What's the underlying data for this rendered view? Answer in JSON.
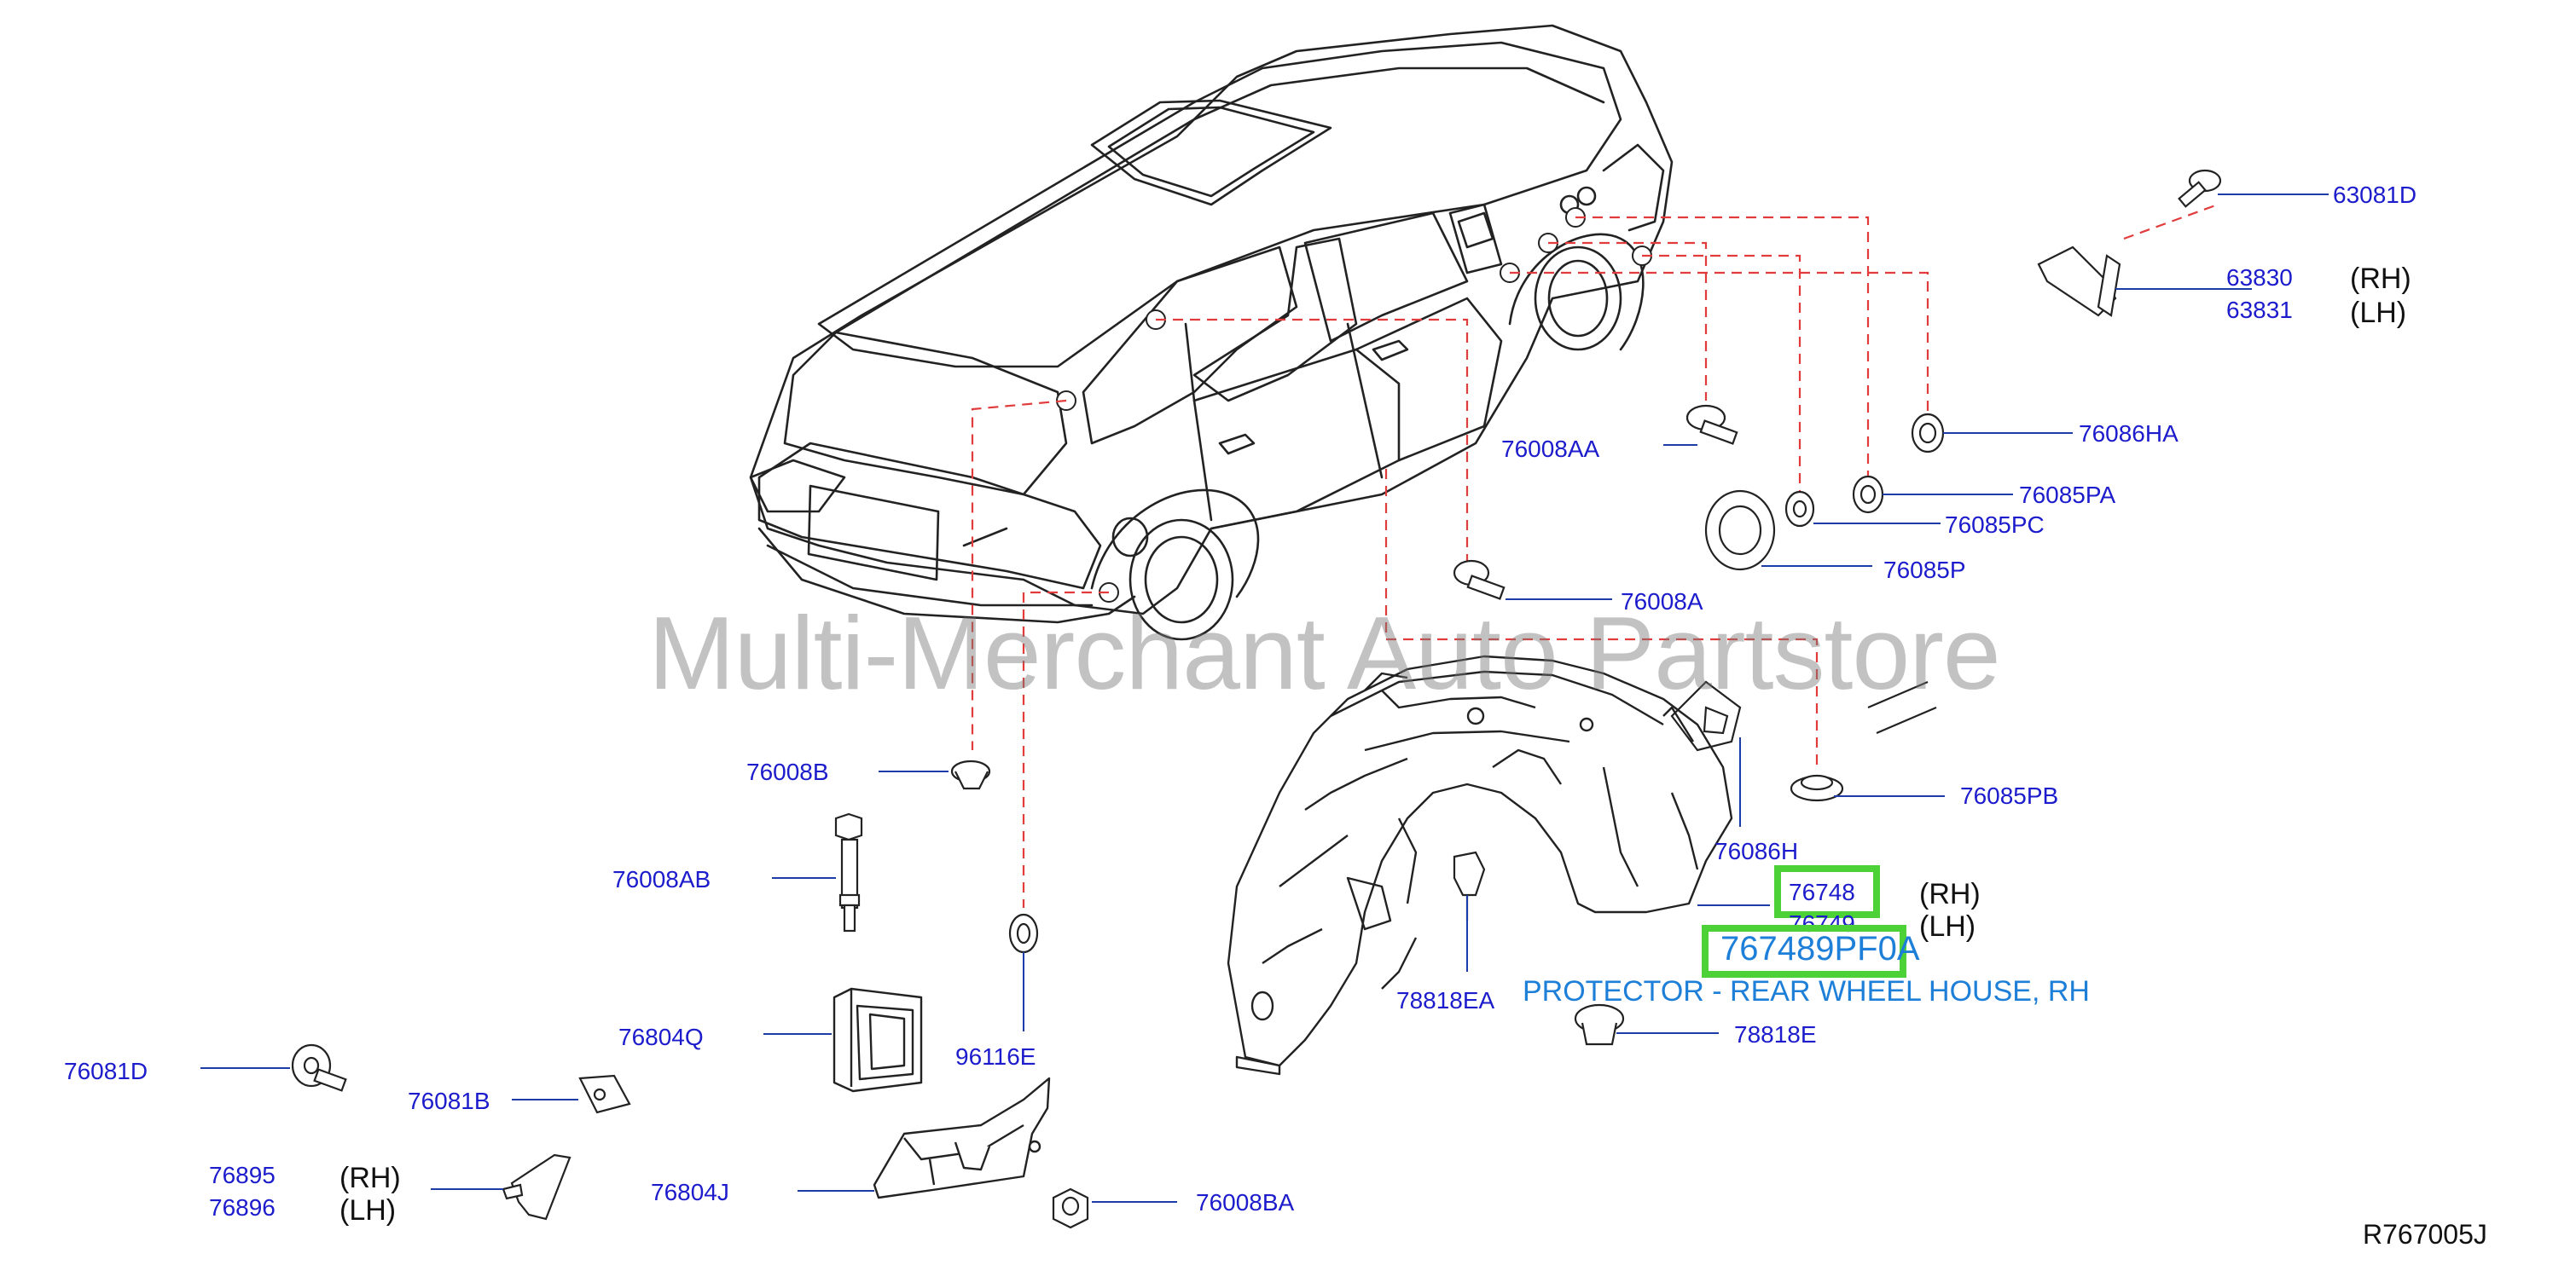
{
  "watermark": "Multi-Merchant Auto Partstore",
  "reference_code": "R767005J",
  "highlight": {
    "part_number": "767489PF0A",
    "description": "PROTECTOR - REAR WHEEL HOUSE, RH",
    "color": "#4cd137"
  },
  "side_labels": {
    "rh": "(RH)",
    "lh": "(LH)"
  },
  "parts": {
    "p63081D": "63081D",
    "p63830": "63830",
    "p63831": "63831",
    "p76086HA": "76086HA",
    "p76008AA": "76008AA",
    "p76085PA": "76085PA",
    "p76085PC": "76085PC",
    "p76085P": "76085P",
    "p76008A": "76008A",
    "p76008B": "76008B",
    "p76085PB": "76085PB",
    "p76008AB": "76008AB",
    "p76086H": "76086H",
    "p76748": "76748",
    "p76749": "76749",
    "p78818EA": "78818EA",
    "p76804Q": "76804Q",
    "p96116E": "96116E",
    "p78818E": "78818E",
    "p76081D": "76081D",
    "p76081B": "76081B",
    "p76895": "76895",
    "p76896": "76896",
    "p76804J": "76804J",
    "p76008BA": "76008BA"
  },
  "colors": {
    "label_blue": "#1c1ccc",
    "callout_red": "#e23b3b",
    "line_art": "#222222",
    "highlight_text": "#1e7fd8"
  }
}
